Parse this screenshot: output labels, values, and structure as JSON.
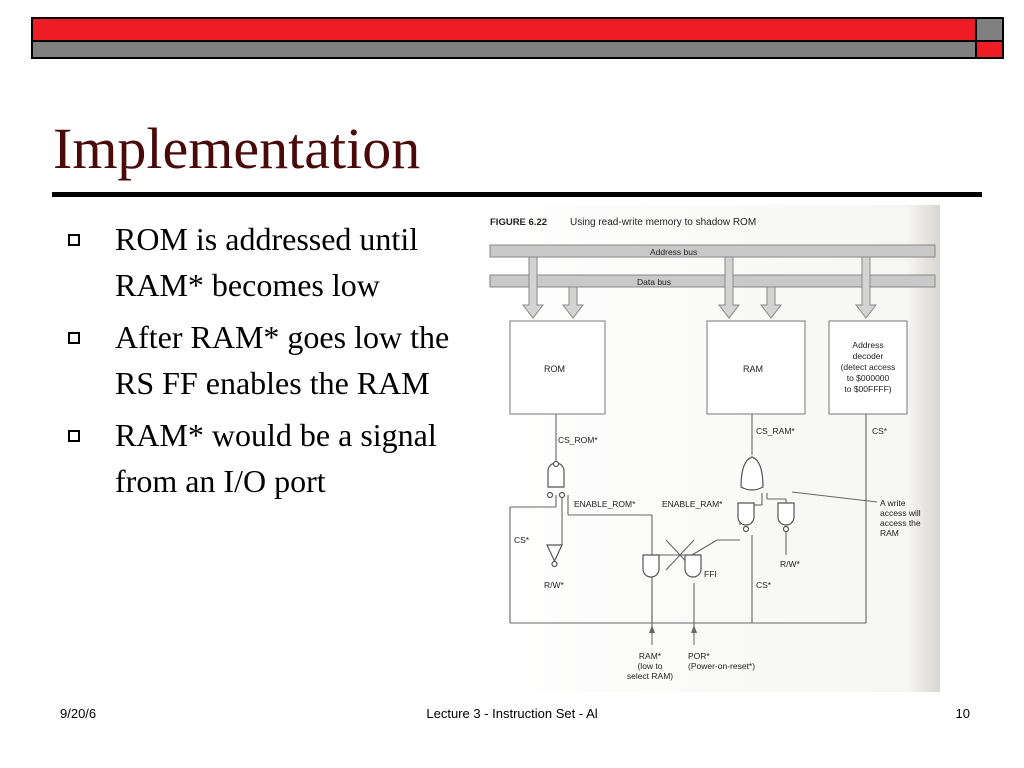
{
  "slide": {
    "title": "Implementation",
    "bullets": [
      "ROM is addressed until RAM* becomes low",
      "After RAM* goes low the RS FF enables the RAM",
      "RAM* would be a signal from an I/O port"
    ]
  },
  "figure": {
    "caption_label": "FIGURE 6.22",
    "caption_text": "Using read-write memory to shadow ROM",
    "address_bus": "Address bus",
    "data_bus": "Data bus",
    "rom": "ROM",
    "ram": "RAM",
    "decoder_lines": [
      "Address",
      "decoder",
      "(detect access",
      "to $000000",
      "to $00FFFF)"
    ],
    "cs_rom": "CS_ROM*",
    "cs_ram": "CS_RAM*",
    "cs_decoder": "CS*",
    "enable_rom": "ENABLE_ROM*",
    "enable_ram": "ENABLE_RAM*",
    "cs_left": "CS*",
    "rw_left": "R/W*",
    "ffi": "FFI",
    "rw_right": "R/W*",
    "cs_bottom": "CS*",
    "write_note": [
      "A write",
      "access will",
      "access the",
      "RAM"
    ],
    "ram_input": [
      "RAM*",
      "(low to",
      "select RAM)"
    ],
    "por_input": [
      "POR*",
      "(Power-on-reset*)"
    ]
  },
  "footer": {
    "date": "9/20/6",
    "center": "Lecture 3 - Instruction Set - Al",
    "page": "10"
  }
}
